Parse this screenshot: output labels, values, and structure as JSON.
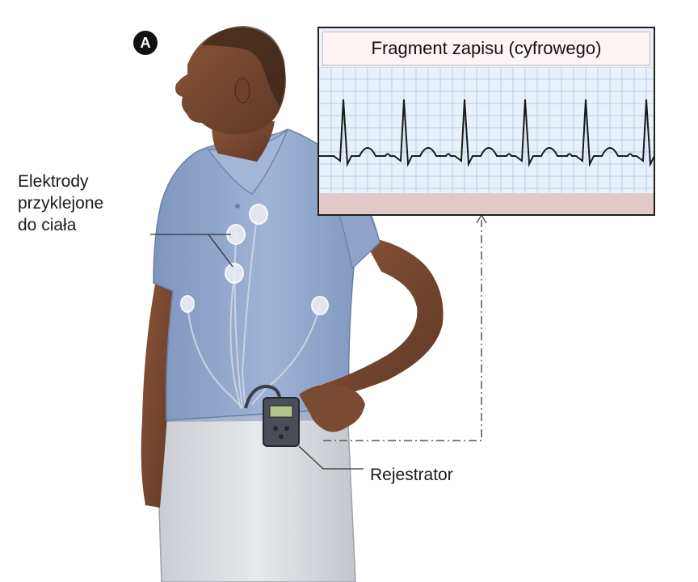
{
  "figure": {
    "panel_letter": "A",
    "ecg_panel_title": "Fragment zapisu (cyfrowego)",
    "labels": {
      "electrodes": "Elektrody\nprzyklejone\ndo ciała",
      "recorder": "Rejestrator"
    }
  },
  "colors": {
    "shirt": "#8ea4c9",
    "skin": "#7a4a33",
    "ecg_grid": "#b7d0ea",
    "ecg_background": "#e8f1fb",
    "panel_bottom_band": "#e2c9c9"
  }
}
